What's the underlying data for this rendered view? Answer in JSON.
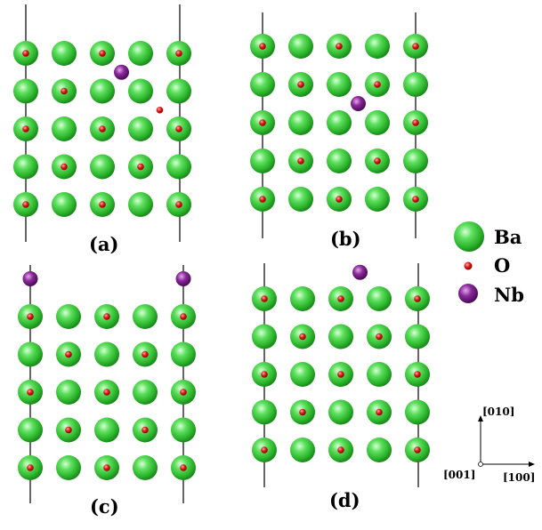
{
  "figure": {
    "panels": [
      {
        "id": "a",
        "label": "(a)",
        "ba_cols": 5,
        "ba_rows": 5,
        "o_on_ba": [
          [
            1,
            0,
            1,
            0,
            1
          ],
          [
            0,
            1,
            0,
            0,
            0
          ],
          [
            1,
            0,
            1,
            0,
            1
          ],
          [
            0,
            1,
            0,
            1,
            0
          ],
          [
            1,
            0,
            1,
            0,
            1
          ]
        ],
        "o_interstitial": [
          [
            3.5,
            1.5
          ]
        ],
        "nb_sites": [
          [
            2.5,
            0.5
          ]
        ]
      },
      {
        "id": "b",
        "label": "(b)",
        "ba_cols": 5,
        "ba_rows": 5,
        "o_on_ba": [
          [
            1,
            0,
            1,
            0,
            1
          ],
          [
            0,
            1,
            0,
            1,
            0
          ],
          [
            1,
            0,
            0,
            0,
            1
          ],
          [
            0,
            1,
            0,
            1,
            0
          ],
          [
            1,
            0,
            1,
            0,
            1
          ]
        ],
        "o_interstitial": [],
        "nb_sites": [
          [
            2.5,
            1.5
          ]
        ]
      },
      {
        "id": "c",
        "label": "(c)",
        "ba_cols": 5,
        "ba_rows": 5,
        "o_on_ba": [
          [
            1,
            0,
            1,
            0,
            1
          ],
          [
            0,
            1,
            0,
            1,
            0
          ],
          [
            1,
            0,
            1,
            0,
            1
          ],
          [
            0,
            1,
            0,
            1,
            0
          ],
          [
            1,
            0,
            1,
            0,
            1
          ]
        ],
        "o_interstitial": [],
        "nb_sites": [
          [
            0,
            -1
          ],
          [
            4,
            -1
          ]
        ]
      },
      {
        "id": "d",
        "label": "(d)",
        "ba_cols": 5,
        "ba_rows": 5,
        "o_on_ba": [
          [
            1,
            0,
            1,
            0,
            1
          ],
          [
            0,
            1,
            0,
            1,
            0
          ],
          [
            1,
            0,
            1,
            0,
            1
          ],
          [
            0,
            1,
            0,
            1,
            0
          ],
          [
            1,
            0,
            1,
            0,
            1
          ]
        ],
        "o_interstitial": [],
        "nb_sites": [
          [
            2.5,
            -0.7
          ]
        ]
      }
    ],
    "legend": {
      "items": [
        {
          "name": "Ba",
          "color": "#3cc83c"
        },
        {
          "name": "O",
          "color": "#e01010"
        },
        {
          "name": "Nb",
          "color": "#7a1a8a"
        }
      ]
    },
    "axes": {
      "y_label": "[010]",
      "x_label": "[100]",
      "origin_label": "[001]"
    }
  }
}
